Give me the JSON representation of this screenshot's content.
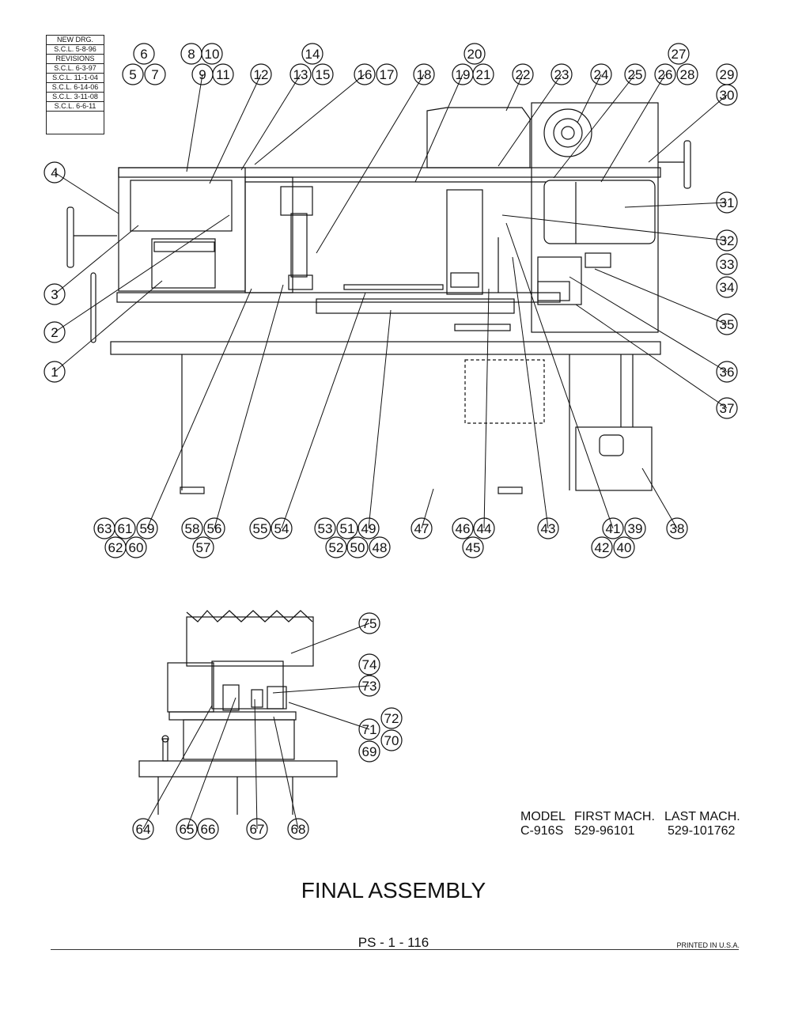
{
  "revisions": {
    "new_drg": "NEW DRG.",
    "new_drg_date": "S.C.L. 5-8-96",
    "header": "REVISIONS",
    "entries": [
      "S.C.L. 6-3-97",
      "S.C.L. 11-1-04",
      "S.C.L. 6-14-06",
      "S.C.L. 3-11-08",
      "S.C.L. 6-6-11"
    ]
  },
  "model_table": {
    "headers": [
      "MODEL",
      "FIRST MACH.",
      "LAST MACH."
    ],
    "row": [
      "C-916S",
      "529-96101",
      "529-101762"
    ]
  },
  "title": "FINAL ASSEMBLY",
  "page_number": "PS - 1 - 116",
  "printed": "PRINTED IN U.S.A.",
  "callouts": {
    "top_row": [
      "6",
      "8",
      "10",
      "14",
      "20",
      "27",
      "5",
      "7",
      "9",
      "11",
      "12",
      "13",
      "15",
      "16",
      "17",
      "18",
      "19",
      "21",
      "22",
      "23",
      "24",
      "25",
      "26",
      "28",
      "29",
      "30"
    ],
    "left_col": [
      "4",
      "3",
      "2",
      "1"
    ],
    "right_col": [
      "31",
      "32",
      "33",
      "34",
      "35",
      "36",
      "37",
      "38"
    ],
    "bottom_row": [
      "63",
      "61",
      "59",
      "62",
      "60",
      "58",
      "56",
      "57",
      "55",
      "54",
      "53",
      "51",
      "49",
      "52",
      "50",
      "48",
      "47",
      "46",
      "44",
      "45",
      "43",
      "41",
      "39",
      "42",
      "40"
    ],
    "detail": [
      "75",
      "74",
      "73",
      "72",
      "71",
      "70",
      "69",
      "64",
      "65",
      "66",
      "67",
      "68"
    ]
  }
}
